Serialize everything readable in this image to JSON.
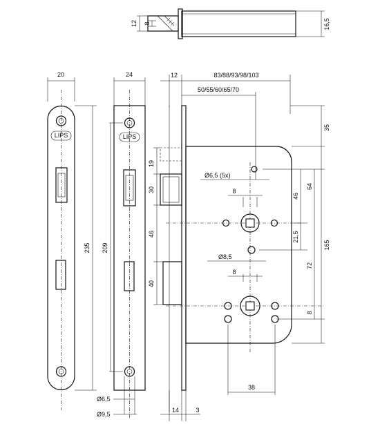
{
  "dimensions": {
    "bolt_width": "12",
    "bolt_inner": "8",
    "bolt_height": "16,5",
    "faceplate_width_20": "20",
    "faceplate_width_24": "24",
    "faceplate_length_235": "235",
    "faceplate_length_209": "209",
    "offset_12": "12",
    "case_depths": "83/88/93/98/103",
    "backsets": "50/55/60/65/70",
    "top_35": "35",
    "dim_19": "19",
    "dim_30": "30",
    "dim_46_left": "46",
    "dim_40": "40",
    "hole_65_5x": "Ø6,5 (5x)",
    "dim_8_a": "8",
    "dim_46_right": "46",
    "dim_64": "64",
    "dim_215": "21,5",
    "dim_165": "165",
    "hole_85": "Ø8,5",
    "dim_72": "72",
    "dim_8_b": "8",
    "dim_8_c": "8",
    "dim_38": "38",
    "hole_65": "Ø6,5",
    "hole_95": "Ø9,5",
    "dim_14": "14",
    "dim_3": "3"
  },
  "logo_text": "LIPS"
}
